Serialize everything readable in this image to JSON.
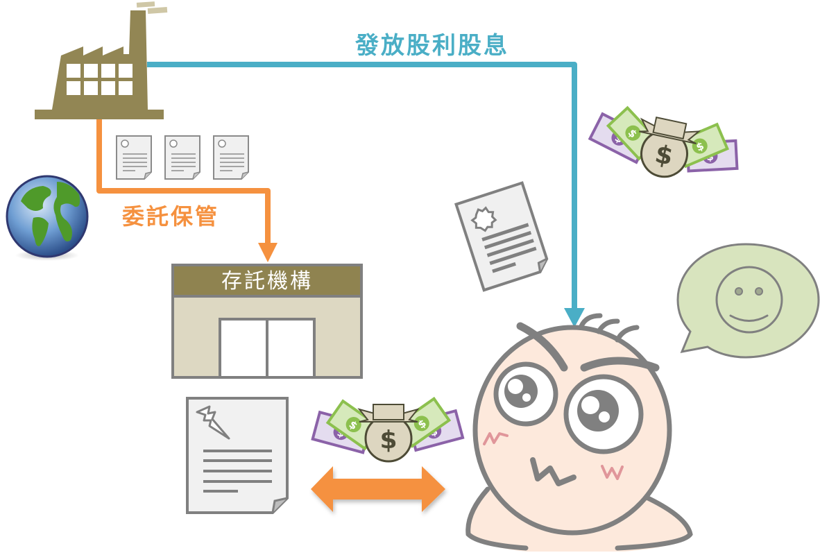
{
  "diagram": {
    "labels": {
      "dividend_flow": "發放股利股息",
      "custody_flow": "委託保管",
      "depository": "存託機構"
    },
    "nodes": [
      {
        "id": "company",
        "icon": "factory-icon"
      },
      {
        "id": "global",
        "icon": "globe-icon"
      },
      {
        "id": "share-certificates",
        "icon": "document-icon",
        "count": 3
      },
      {
        "id": "depository",
        "icon": "building-icon"
      },
      {
        "id": "depositary-receipt",
        "icon": "certificate-icon"
      },
      {
        "id": "receipt-document",
        "icon": "lightning-document-icon"
      },
      {
        "id": "money-top",
        "icon": "money-bag-icon"
      },
      {
        "id": "money-bottom",
        "icon": "money-bag-icon"
      },
      {
        "id": "investor",
        "icon": "character-face"
      },
      {
        "id": "speech",
        "icon": "smiley-speech-bubble-icon"
      }
    ],
    "edges": [
      {
        "from": "company",
        "to": "investor",
        "label": "發放股利股息",
        "color": "#4aaec6"
      },
      {
        "from": "company",
        "to": "depository",
        "label": "委託保管",
        "color": "#f5913f"
      },
      {
        "from": "receipt-document",
        "to": "investor",
        "bidirectional": true,
        "color": "#f5913f"
      }
    ],
    "colors": {
      "factory": "#928654",
      "depository_header": "#8f8350",
      "depository_body": "#ddd8c2",
      "blue_arrow": "#4aaec6",
      "orange_arrow": "#f5913f",
      "outline_gray": "#808080",
      "face": "#fde9dc",
      "bubble": "#d8e4be",
      "bill_green": "#8cc04e",
      "bill_purple": "#8b62a8"
    }
  }
}
